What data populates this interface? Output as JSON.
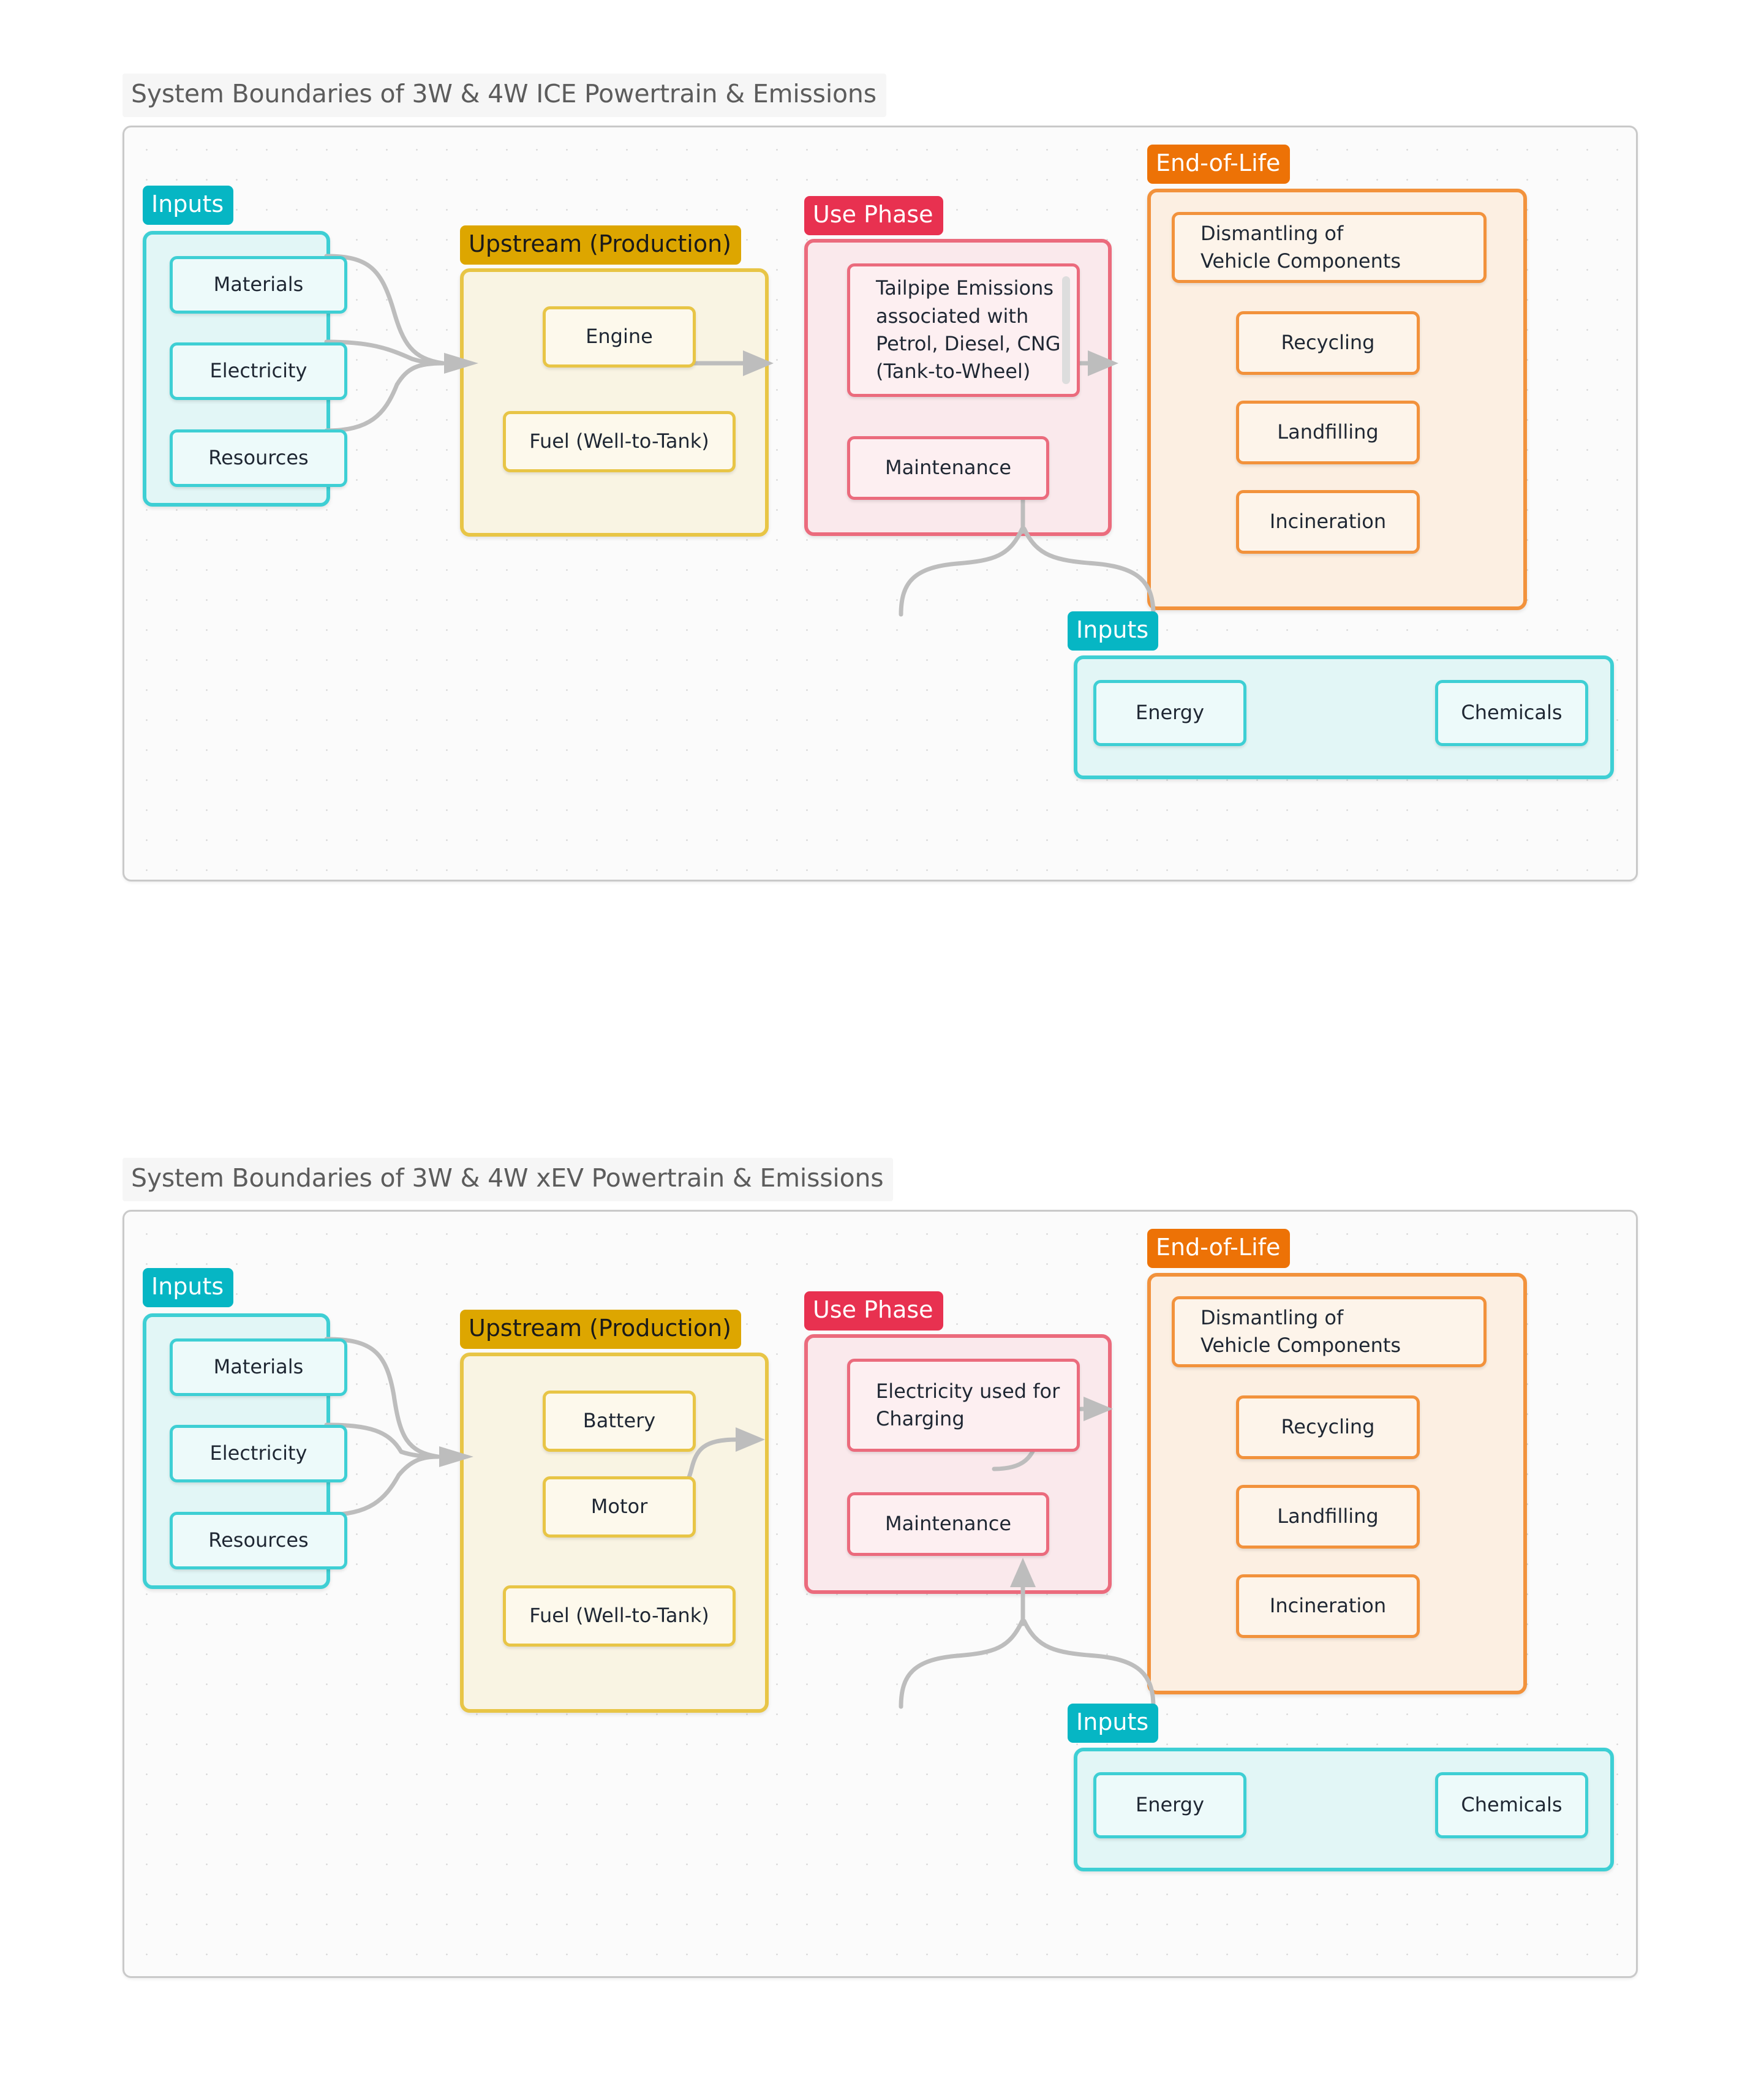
{
  "palette": {
    "inputs_teal": "#06b6c4",
    "upstream_gold": "#dda600",
    "use_phase_red": "#e83150",
    "end_of_life_orange": "#ed7206",
    "connector_gray": "#bdbdbd",
    "canvas_border": "#c9c9c9",
    "title_text": "#5c5c5c"
  },
  "diagrams": [
    {
      "id": "ice",
      "title": "System Boundaries of 3W & 4W ICE Powertrain & Emissions",
      "clusters": {
        "inputs": {
          "label": "Inputs",
          "nodes": [
            "Materials",
            "Electricity",
            "Resources"
          ]
        },
        "upstream": {
          "label": "Upstream (Production)",
          "nodes": [
            "Engine",
            "Fuel (Well-to-Tank)"
          ]
        },
        "use_phase": {
          "label": "Use Phase",
          "nodes": [
            "Tailpipe Emissions\nassociated with\nPetrol, Diesel, CNG\n(Tank-to-Wheel)",
            "Maintenance"
          ]
        },
        "end_of_life": {
          "label": "End-of-Life",
          "nodes": [
            "Dismantling of\nVehicle Components",
            "Recycling",
            "Landfilling",
            "Incineration"
          ]
        },
        "eol_inputs": {
          "label": "Inputs",
          "nodes": [
            "Energy",
            "Chemicals"
          ]
        }
      }
    },
    {
      "id": "xev",
      "title": "System Boundaries of 3W & 4W xEV Powertrain & Emissions",
      "clusters": {
        "inputs": {
          "label": "Inputs",
          "nodes": [
            "Materials",
            "Electricity",
            "Resources"
          ]
        },
        "upstream": {
          "label": "Upstream (Production)",
          "nodes": [
            "Battery",
            "Motor",
            "Fuel (Well-to-Tank)"
          ]
        },
        "use_phase": {
          "label": "Use Phase",
          "nodes": [
            "Electricity used for\nCharging",
            "Maintenance"
          ]
        },
        "end_of_life": {
          "label": "End-of-Life",
          "nodes": [
            "Dismantling of\nVehicle Components",
            "Recycling",
            "Landfilling",
            "Incineration"
          ]
        },
        "eol_inputs": {
          "label": "Inputs",
          "nodes": [
            "Energy",
            "Chemicals"
          ]
        }
      }
    }
  ]
}
